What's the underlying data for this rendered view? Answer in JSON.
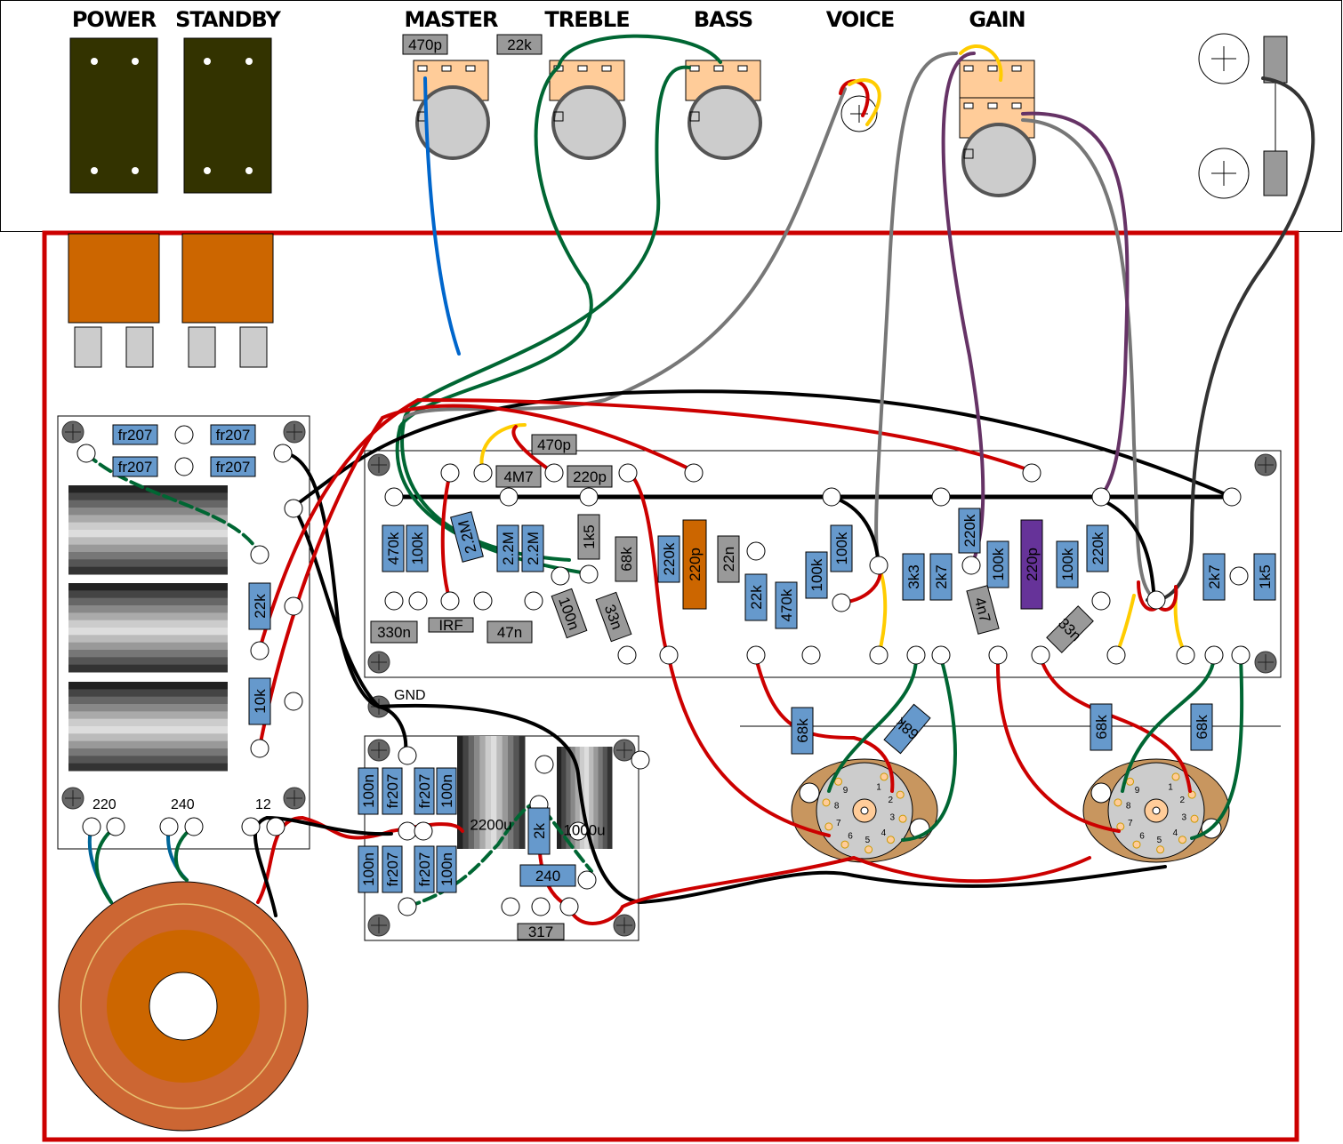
{
  "colors": {
    "chassis_outline": "#cc0000",
    "resistor_blue": "#6699cc",
    "component_gray": "#999999",
    "cap_orange": "#cc6600",
    "cap_purple": "#663399",
    "switch_body": "#333300",
    "switch_lug": "#cc6600",
    "toroid": "#cc6633",
    "socket": "#c8965f",
    "wire_red": "#cc0000",
    "wire_black": "#000000",
    "wire_green": "#006633",
    "wire_gray": "#777777",
    "wire_purple": "#663366",
    "wire_yellow": "#ffcc00",
    "wire_blue": "#0066cc"
  },
  "front_panel": {
    "labels": [
      "POWER",
      "STANDBY",
      "MASTER",
      "TREBLE",
      "BASS",
      "VOICE",
      "GAIN"
    ],
    "components": [
      {
        "label": "470p",
        "kind": "capacitor"
      },
      {
        "label": "22k",
        "kind": "resistor"
      }
    ],
    "jack_icons": [
      "jack-icon",
      "jack-icon"
    ]
  },
  "preamp_board": {
    "components": [
      {
        "label": "470p",
        "kind": "capacitor"
      },
      {
        "label": "4M7",
        "kind": "resistor"
      },
      {
        "label": "220p",
        "kind": "capacitor"
      },
      {
        "label": "470k",
        "kind": "resistor"
      },
      {
        "label": "100k",
        "kind": "resistor"
      },
      {
        "label": "2.2M",
        "kind": "resistor"
      },
      {
        "label": "2.2M",
        "kind": "resistor"
      },
      {
        "label": "2.2M",
        "kind": "resistor"
      },
      {
        "label": "1k5",
        "kind": "resistor"
      },
      {
        "label": "68k",
        "kind": "resistor"
      },
      {
        "label": "220k",
        "kind": "resistor"
      },
      {
        "label": "220p",
        "kind": "capacitor"
      },
      {
        "label": "22n",
        "kind": "capacitor"
      },
      {
        "label": "22k",
        "kind": "resistor"
      },
      {
        "label": "470k",
        "kind": "resistor"
      },
      {
        "label": "100k",
        "kind": "resistor"
      },
      {
        "label": "100k",
        "kind": "resistor"
      },
      {
        "label": "3k3",
        "kind": "resistor"
      },
      {
        "label": "2k7",
        "kind": "resistor"
      },
      {
        "label": "220k",
        "kind": "resistor"
      },
      {
        "label": "100k",
        "kind": "resistor"
      },
      {
        "label": "220p",
        "kind": "capacitor"
      },
      {
        "label": "100k",
        "kind": "resistor"
      },
      {
        "label": "220k",
        "kind": "resistor"
      },
      {
        "label": "2k7",
        "kind": "resistor"
      },
      {
        "label": "1k5",
        "kind": "resistor"
      },
      {
        "label": "330n",
        "kind": "capacitor"
      },
      {
        "label": "IRF",
        "kind": "transistor"
      },
      {
        "label": "47n",
        "kind": "capacitor"
      },
      {
        "label": "100n",
        "kind": "capacitor"
      },
      {
        "label": "33n",
        "kind": "capacitor"
      },
      {
        "label": "4n7",
        "kind": "capacitor"
      },
      {
        "label": "33n",
        "kind": "capacitor"
      }
    ]
  },
  "grid_resistors": [
    {
      "label": "68k"
    },
    {
      "label": "68k"
    },
    {
      "label": "68k"
    },
    {
      "label": "68k"
    }
  ],
  "tube_sockets": {
    "count": 2,
    "pin_labels": [
      "1",
      "2",
      "3",
      "4",
      "5",
      "6",
      "7",
      "8",
      "9"
    ]
  },
  "heater_board": {
    "components": [
      {
        "label": "fr207"
      },
      {
        "label": "fr207"
      },
      {
        "label": "fr207"
      },
      {
        "label": "fr207"
      },
      {
        "label": "22k"
      },
      {
        "label": "10k"
      }
    ],
    "taps": [
      "220",
      "240",
      "12"
    ]
  },
  "psu_board": {
    "gnd_label": "GND",
    "components": [
      {
        "label": "100n"
      },
      {
        "label": "fr207"
      },
      {
        "label": "fr207"
      },
      {
        "label": "100n"
      },
      {
        "label": "100n"
      },
      {
        "label": "fr207"
      },
      {
        "label": "fr207"
      },
      {
        "label": "100n"
      },
      {
        "label": "2k"
      },
      {
        "label": "240"
      },
      {
        "label": "317"
      }
    ],
    "caps": [
      {
        "label": "2200u"
      },
      {
        "label": "1000u"
      }
    ]
  }
}
